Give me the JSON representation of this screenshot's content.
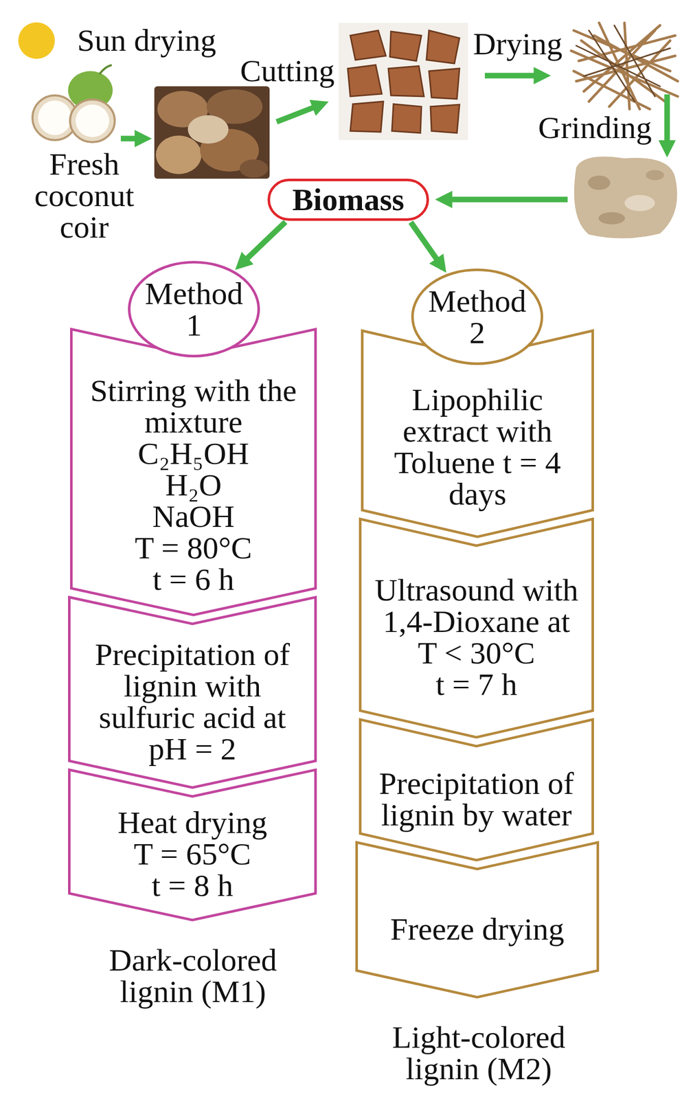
{
  "diagram": {
    "nodes": [
      {
        "text": [
          "Biomass"
        ]
      },
      {
        "text": [
          "Method 1"
        ]
      },
      {
        "text": [
          "Stirring with the mixture",
          "C₂H₅OH",
          "H₂O",
          "NaOH",
          "T = 80°C",
          "t = 6 h"
        ]
      },
      {
        "text": [
          "Precipitation of lignin with sulfuric acid at pH = 2"
        ]
      },
      {
        "text": [
          "Heat drying",
          "T = 65°C",
          "t = 8 h"
        ]
      },
      {
        "text": [
          "Method 2"
        ]
      },
      {
        "text": [
          "Lipophilic extract with Toluene t = 4 days"
        ]
      },
      {
        "text": [
          "Ultrasound with 1,4-Dioxane at",
          "T < 30°C",
          "t = 7 h"
        ]
      },
      {
        "text": [
          "Precipitation of lignin by water"
        ]
      },
      {
        "text": [
          "Freeze drying"
        ]
      }
    ],
    "edges": [
      {
        "from": 0,
        "to": 1,
        "arrow": "to"
      },
      {
        "from": 0,
        "to": 5,
        "arrow": "to"
      }
    ],
    "labels": [
      "Fresh coconut coir",
      "Cutting",
      "Drying",
      "Grinding",
      "Dark-colored lignin (M1)",
      "Light-colored lignin (M2)"
    ],
    "legend": [
      {
        "text": "Sun drying",
        "color": "#f3c623"
      }
    ]
  }
}
